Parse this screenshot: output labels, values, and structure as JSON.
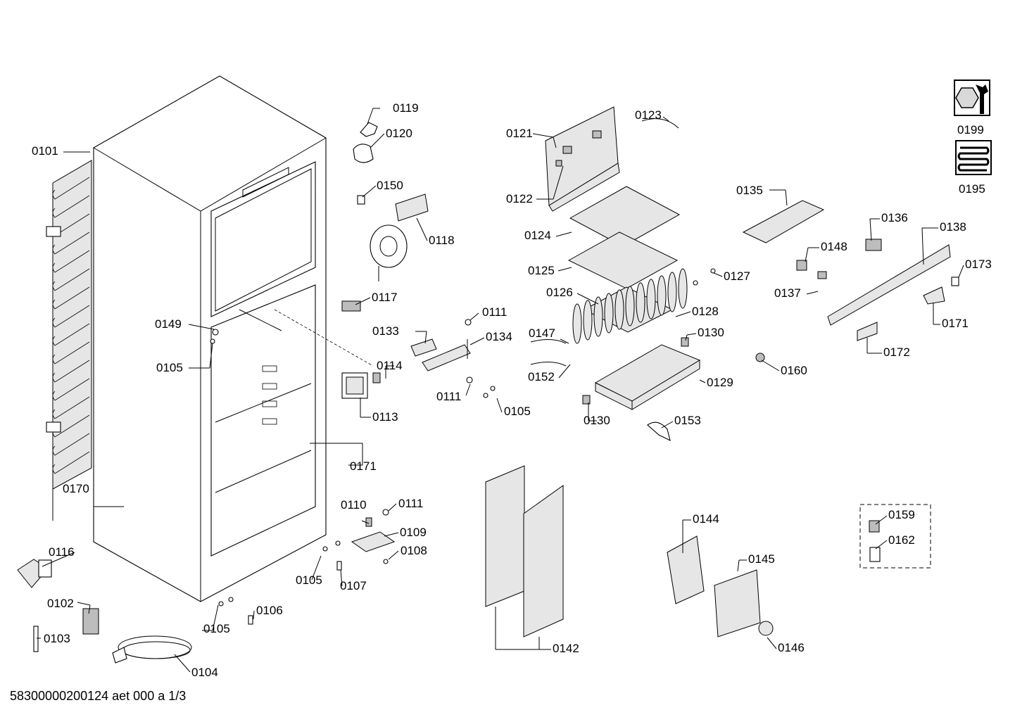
{
  "document_id": "58300000200124 aet 000 a 1/3",
  "part_labels": {
    "p0101": "0101",
    "p0102": "0102",
    "p0103": "0103",
    "p0104": "0104",
    "p0105a": "0105",
    "p0105b": "0105",
    "p0105c": "0105",
    "p0105d": "0105",
    "p0106": "0106",
    "p0107": "0107",
    "p0108": "0108",
    "p0109": "0109",
    "p0110": "0110",
    "p0111a": "0111",
    "p0111b": "0111",
    "p0111c": "0111",
    "p0113": "0113",
    "p0114": "0114",
    "p0116": "0116",
    "p0117": "0117",
    "p0118": "0118",
    "p0119": "0119",
    "p0120": "0120",
    "p0121": "0121",
    "p0122": "0122",
    "p0123": "0123",
    "p0124": "0124",
    "p0125": "0125",
    "p0126": "0126",
    "p0127": "0127",
    "p0128": "0128",
    "p0129": "0129",
    "p0130a": "0130",
    "p0130b": "0130",
    "p0133": "0133",
    "p0134": "0134",
    "p0135": "0135",
    "p0136": "0136",
    "p0137": "0137",
    "p0138": "0138",
    "p0142": "0142",
    "p0144": "0144",
    "p0145": "0145",
    "p0146": "0146",
    "p0147": "0147",
    "p0148": "0148",
    "p0149": "0149",
    "p0150": "0150",
    "p0152": "0152",
    "p0153": "0153",
    "p0159": "0159",
    "p0160": "0160",
    "p0162": "0162",
    "p0170": "0170",
    "p0171a": "0171",
    "p0171b": "0171",
    "p0172": "0172",
    "p0173": "0173",
    "p0195": "0195",
    "p0199": "0199"
  },
  "icons": {
    "tools": "wrench-nut-icon",
    "coil": "condenser-coil-icon"
  }
}
